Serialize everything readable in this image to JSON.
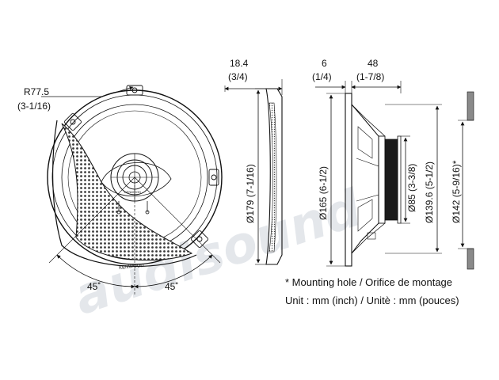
{
  "front_view": {
    "radius_label": "R77.5",
    "radius_inch": "(3-1/16)",
    "angle_left": "45˚",
    "angle_right": "45˚",
    "brand_ring": "KENWOOD",
    "brand_center": "KENWOOD"
  },
  "side_view_thin": {
    "depth_top": "18.4",
    "depth_top_inch": "(3/4)",
    "diameter": "Ø179 (7-1/16)"
  },
  "side_view_full": {
    "flange_depth": "6",
    "flange_depth_inch": "(1/4)",
    "mount_depth": "48",
    "mount_depth_inch": "(1-7/8)",
    "outer_diameter": "Ø165 (6-1/2)",
    "magnet_diameter": "Ø85 (3-3/8)",
    "basket_diameter": "Ø139.6 (5-1/2)"
  },
  "mounting_cutout": {
    "diameter": "Ø142 (5-9/16)*"
  },
  "notes": {
    "mounting_hole": "* Mounting hole / Orifice de montage",
    "units": "Unit : mm (inch) / Unitè : mm (pouces)"
  },
  "watermark": "audisound"
}
